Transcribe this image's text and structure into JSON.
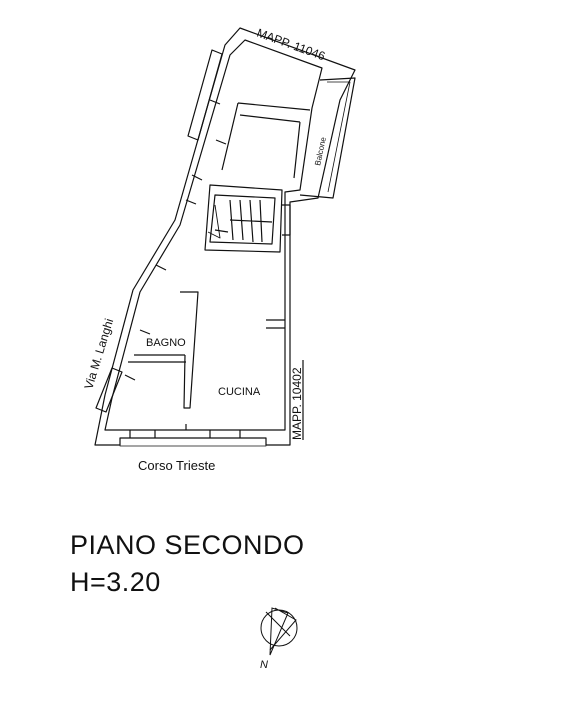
{
  "plan": {
    "mapp_top": "MAPP. 11046",
    "mapp_right": "MAPP. 10402",
    "balcone": "Balcone",
    "via": "Via M. Langhi",
    "bagno": "BAGNO",
    "cucina": "CUCINA",
    "corso": "Corso Trieste"
  },
  "caption": {
    "floor": "PIANO SECONDO",
    "height": "H=3.20"
  },
  "compass": {
    "north": "N"
  }
}
